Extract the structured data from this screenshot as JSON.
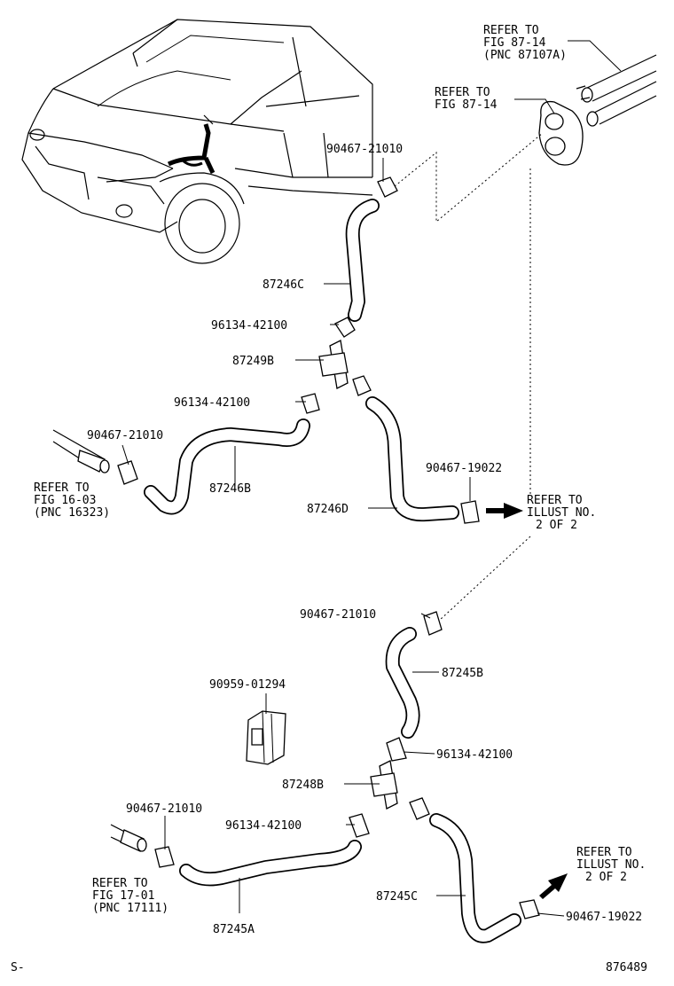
{
  "labels": {
    "refer_top_1": "REFER TO",
    "refer_top_2": "FIG 87-14",
    "refer_top_3": "(PNC 87107A)",
    "refer_mid_1": "REFER TO",
    "refer_mid_2": "FIG 87-14",
    "clamp_1": "90467-21010",
    "hose_c": "87246C",
    "clip_1": "96134-42100",
    "joint_b": "87249B",
    "clip_2": "96134-42100",
    "clamp_2": "90467-21010",
    "refer_left_1": "REFER TO",
    "refer_left_2": "FIG 16-03",
    "refer_left_3": "(PNC 16323)",
    "hose_b": "87246B",
    "clamp_3": "90467-19022",
    "hose_d": "87246D",
    "refer_illust_1a": "REFER TO",
    "refer_illust_1b": "ILLUST NO.",
    "refer_illust_1c": "2 OF 2",
    "clamp_4": "90467-21010",
    "hose_245b": "87245B",
    "clamp_5": "90959-01294",
    "clip_3": "96134-42100",
    "joint_248b": "87248B",
    "clamp_6": "90467-21010",
    "clip_4": "96134-42100",
    "refer_left2_1": "REFER TO",
    "refer_left2_2": "FIG 17-01",
    "refer_left2_3": "(PNC 17111)",
    "hose_245a": "87245A",
    "hose_245c": "87245C",
    "refer_illust_2a": "REFER TO",
    "refer_illust_2b": "ILLUST NO.",
    "refer_illust_2c": "2 OF 2",
    "clamp_7": "90467-19022",
    "corner_left": "S-",
    "diagram_number": "876489"
  },
  "icons": {
    "vehicle": "vehicle-front-icon",
    "arrow": "arrow-right-icon"
  }
}
